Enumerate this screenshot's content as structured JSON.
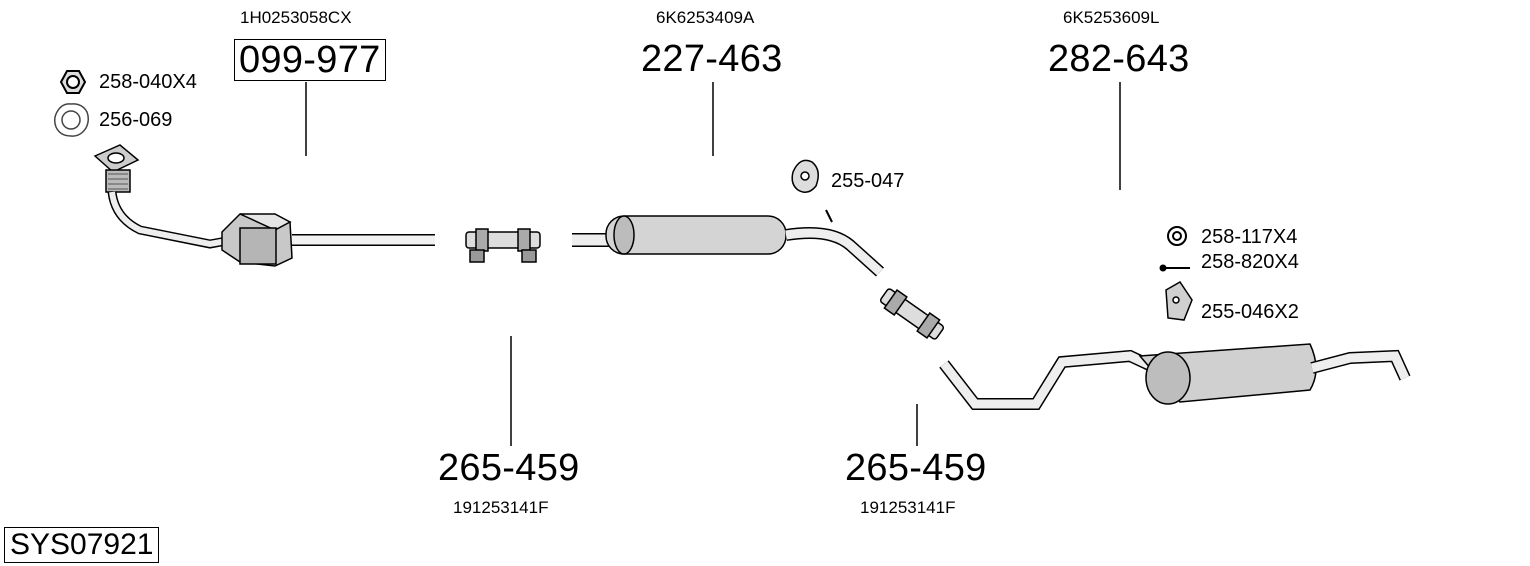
{
  "diagram": {
    "system_code": "SYS07921",
    "parts": [
      {
        "part_number": "099-977",
        "oe_number": "1H0253058CX"
      },
      {
        "part_number": "227-463",
        "oe_number": "6K6253409A"
      },
      {
        "part_number": "282-643",
        "oe_number": "6K5253609L"
      },
      {
        "part_number": "265-459",
        "oe_number": "191253141F"
      },
      {
        "part_number": "265-459",
        "oe_number": "191253141F"
      }
    ],
    "hardware": [
      {
        "label": "258-040X4",
        "icon": "hex-nut-icon"
      },
      {
        "label": "256-069",
        "icon": "flange-gasket-icon"
      },
      {
        "label": "255-047",
        "icon": "rubber-hanger-icon"
      },
      {
        "label": "258-117X4",
        "icon": "washer-ring-icon"
      },
      {
        "label": "258-820X4",
        "icon": "bolt-icon"
      },
      {
        "label": "255-046X2",
        "icon": "rubber-mount-icon"
      }
    ]
  }
}
